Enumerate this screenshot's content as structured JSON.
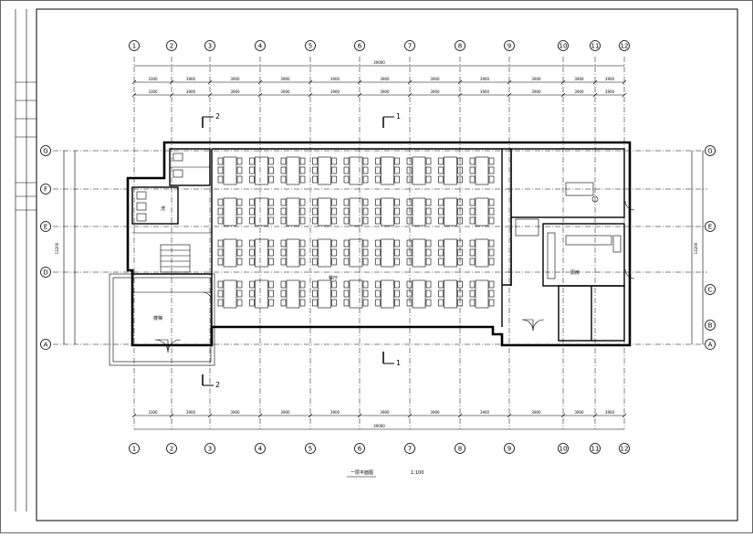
{
  "drawing": {
    "caption": "一层平面图",
    "scale": "1:100"
  },
  "axes": {
    "numbered": [
      "1",
      "2",
      "3",
      "4",
      "5",
      "6",
      "7",
      "8",
      "9",
      "10",
      "11",
      "12"
    ],
    "lettered_left": [
      "G",
      "F",
      "E",
      "D",
      "A"
    ],
    "lettered_right": [
      "G",
      "E",
      "C",
      "B",
      "A"
    ]
  },
  "sections": {
    "s1": "1",
    "s2": "2"
  },
  "dimensions": {
    "total": "39000",
    "bays": [
      "3300",
      "3900",
      "3900",
      "3900",
      "3900",
      "3900",
      "3900",
      "3900",
      "3900",
      "3900",
      "3900"
    ],
    "height_total": "13200"
  },
  "rooms": {
    "dining": "餐厅",
    "kitchen": "厨房",
    "wash": "洗",
    "stair": "楼梯"
  }
}
